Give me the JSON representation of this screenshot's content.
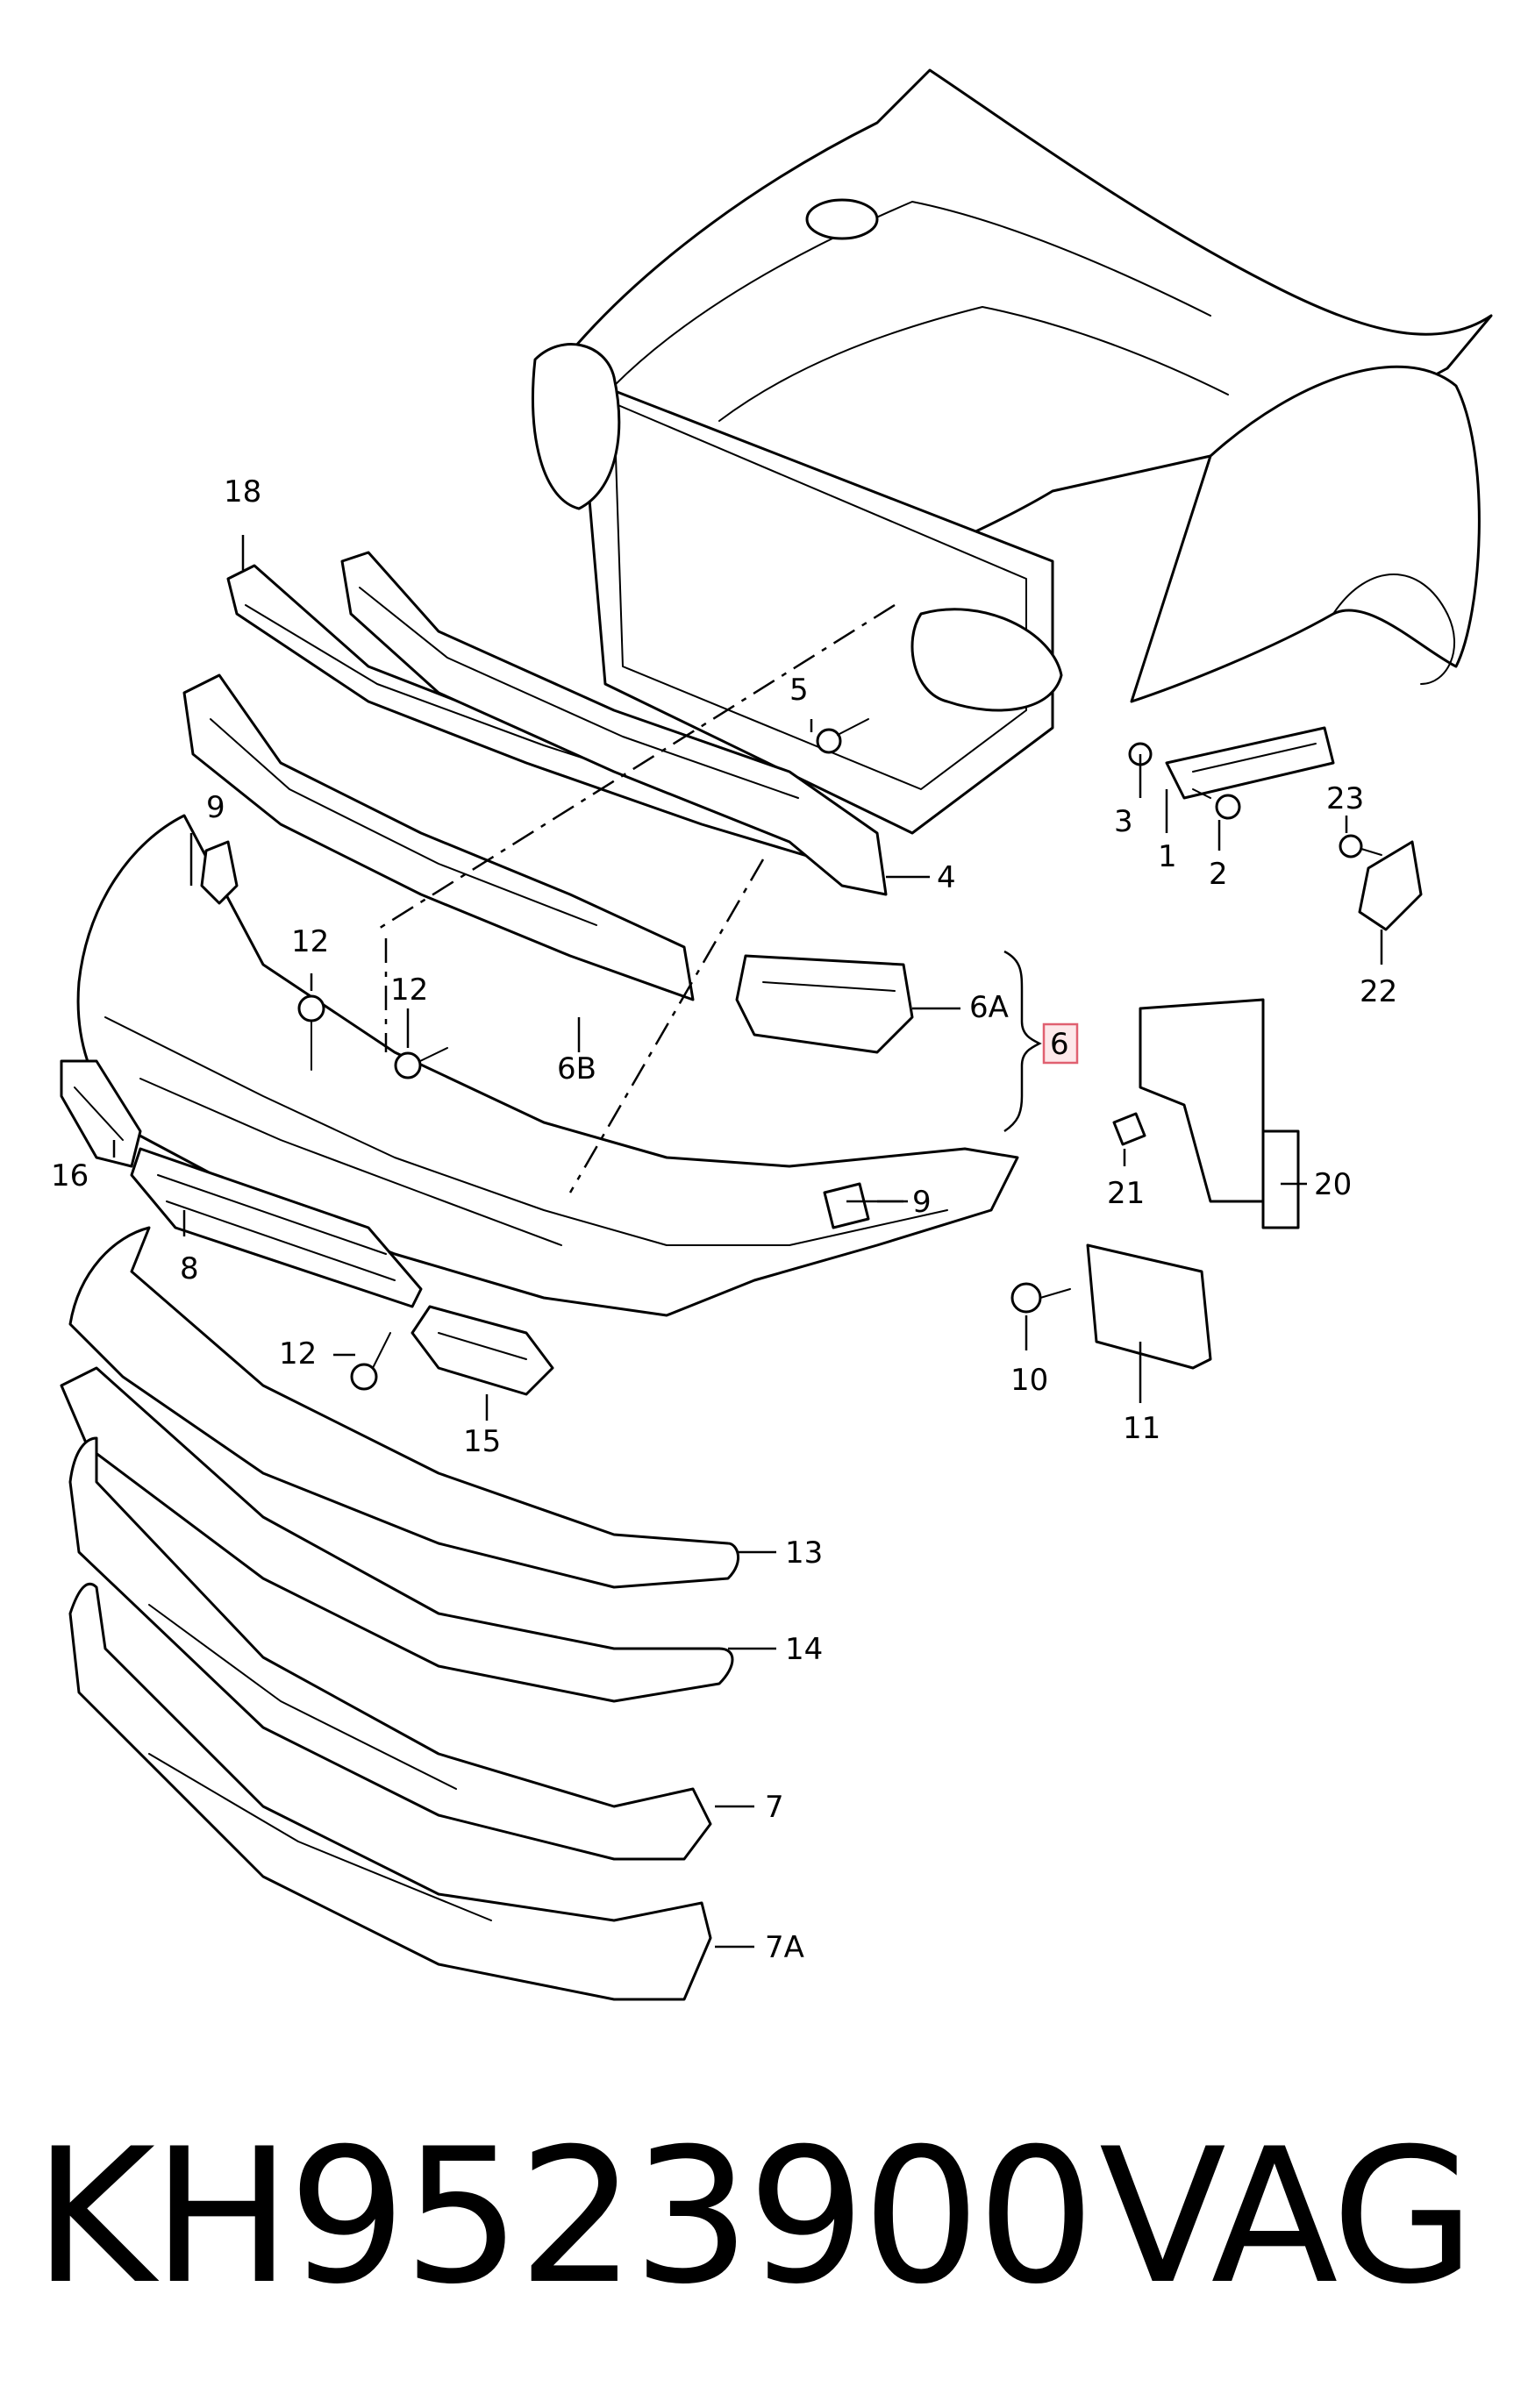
{
  "callouts": [
    {
      "id": "1",
      "label": "1"
    },
    {
      "id": "2",
      "label": "2"
    },
    {
      "id": "3",
      "label": "3"
    },
    {
      "id": "4",
      "label": "4"
    },
    {
      "id": "5",
      "label": "5"
    },
    {
      "id": "6",
      "label": "6",
      "highlighted": true
    },
    {
      "id": "6A",
      "label": "6A"
    },
    {
      "id": "6B",
      "label": "6B"
    },
    {
      "id": "7",
      "label": "7"
    },
    {
      "id": "7A",
      "label": "7A"
    },
    {
      "id": "8",
      "label": "8"
    },
    {
      "id": "9a",
      "label": "9"
    },
    {
      "id": "9b",
      "label": "9"
    },
    {
      "id": "10",
      "label": "10"
    },
    {
      "id": "11",
      "label": "11"
    },
    {
      "id": "12a",
      "label": "12"
    },
    {
      "id": "12b",
      "label": "12"
    },
    {
      "id": "12c",
      "label": "12"
    },
    {
      "id": "13",
      "label": "13"
    },
    {
      "id": "14",
      "label": "14"
    },
    {
      "id": "15",
      "label": "15"
    },
    {
      "id": "16",
      "label": "16"
    },
    {
      "id": "18",
      "label": "18"
    },
    {
      "id": "20",
      "label": "20"
    },
    {
      "id": "21",
      "label": "21"
    },
    {
      "id": "22",
      "label": "22"
    },
    {
      "id": "23",
      "label": "23"
    }
  ],
  "footer": {
    "part_number": "KH9523900",
    "brand": "VAG"
  },
  "colors": {
    "line": "#000000",
    "highlight_fill": "#fde8ea",
    "highlight_stroke": "#e06070"
  }
}
